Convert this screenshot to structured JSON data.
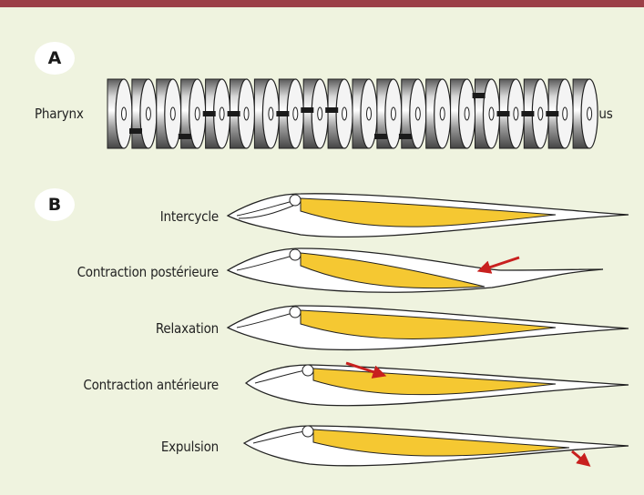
{
  "panel_a": {
    "badge": "A",
    "left_label": "Pharynx",
    "right_label": "Anus",
    "cell_count": 20
  },
  "panel_b": {
    "badge": "B",
    "stages": [
      {
        "label": "Intercycle"
      },
      {
        "label": "Contraction postérieure"
      },
      {
        "label": "Relaxation"
      },
      {
        "label": "Contraction antérieure"
      },
      {
        "label": "Expulsion"
      }
    ]
  },
  "colors": {
    "background": "#eff3df",
    "top_bar": "#9b3f47",
    "intestine": "#f5c832",
    "arrow": "#c8201e"
  }
}
